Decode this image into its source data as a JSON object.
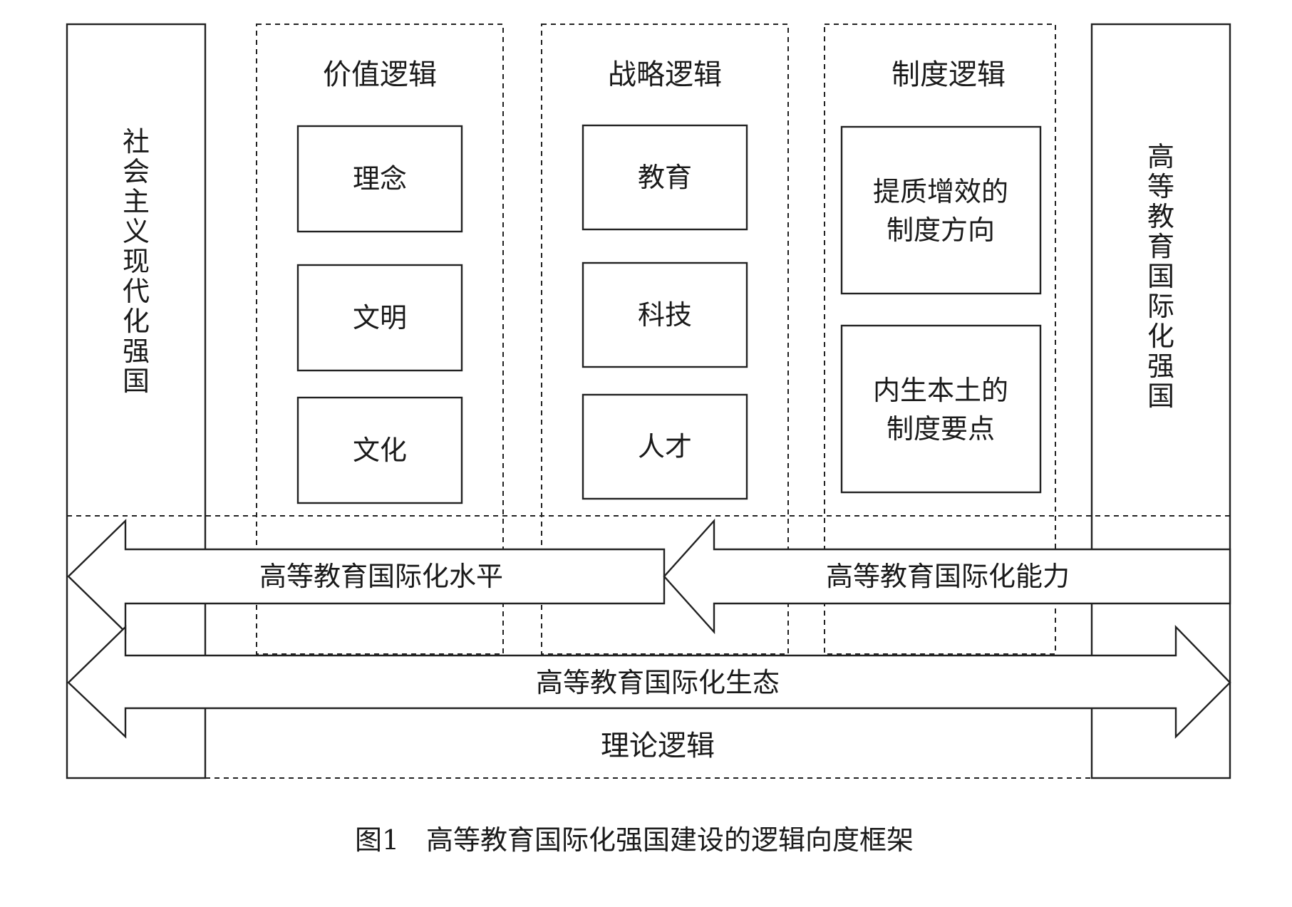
{
  "left_pillar": {
    "text": "社会主义现代化强国"
  },
  "right_pillar": {
    "text": "高等教育国际化强国"
  },
  "columns": [
    {
      "heading": "价值逻辑",
      "boxes": [
        [
          "理念"
        ],
        [
          "文明"
        ],
        [
          "文化"
        ]
      ]
    },
    {
      "heading": "战略逻辑",
      "boxes": [
        [
          "教育"
        ],
        [
          "科技"
        ],
        [
          "人才"
        ]
      ]
    },
    {
      "heading": "制度逻辑",
      "boxes": [
        [
          "提质增效的",
          "制度方向"
        ],
        [
          "内生本土的",
          "制度要点"
        ]
      ]
    }
  ],
  "arrows": {
    "level": "高等教育国际化水平",
    "capacity": "高等教育国际化能力",
    "ecology": "高等教育国际化生态"
  },
  "bottom_label": "理论逻辑",
  "caption": {
    "number": "图1",
    "title": "高等教育国际化强国建设的逻辑向度框架"
  }
}
